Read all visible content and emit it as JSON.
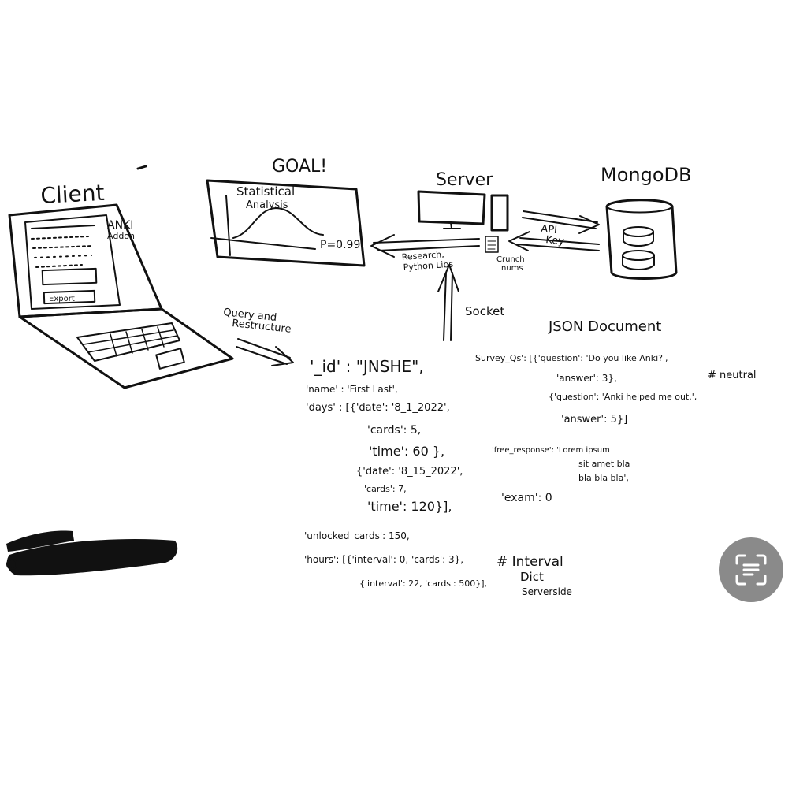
{
  "labels": {
    "client": "Client",
    "anki_addon": [
      "ANKI",
      "Addon"
    ],
    "export": "Export",
    "goal": "GOAL!",
    "stat_analysis": [
      "Statistical",
      "Analysis"
    ],
    "p_value": "P=0.99",
    "server": "Server",
    "mongodb": "MongoDB",
    "api_key": [
      "API",
      "Key"
    ],
    "research": [
      "Research,",
      "Python Libs"
    ],
    "crunch": [
      "Crunch",
      "nums"
    ],
    "socket": "Socket",
    "query": [
      "Query and",
      "Restructure"
    ],
    "json_doc": "JSON Document"
  },
  "json_left": [
    "'_id' : \"JNSHE\",",
    "'name' : 'First Last',",
    "'days' : [{'date': '8_1_2022',",
    "'cards': 5,",
    "'time': 60 },",
    "{'date': '8_15_2022',",
    "'cards': 7,",
    "'time': 120}],",
    "'unlocked_cards': 150,",
    "'hours': [{'interval': 0, 'cards': 3},",
    "{'interval': 22, 'cards': 500}],"
  ],
  "json_right": [
    "'Survey_Qs': [{'question': 'Do you like Anki?',",
    "'answer': 3},",
    "{'question': 'Anki helped me out.',",
    "'answer': 5}]",
    "'free_response': 'Lorem ipsum",
    "sit amet bla",
    "bla bla bla',",
    "'exam': 0"
  ],
  "comments": {
    "neutral": "# neutral",
    "interval": [
      "# Interval",
      "Dict",
      "Serverside"
    ]
  },
  "colors": {
    "ink": "#111111",
    "scan_button": "#8a8a8a"
  },
  "icons": {
    "scan_button": "scan-text-icon"
  }
}
